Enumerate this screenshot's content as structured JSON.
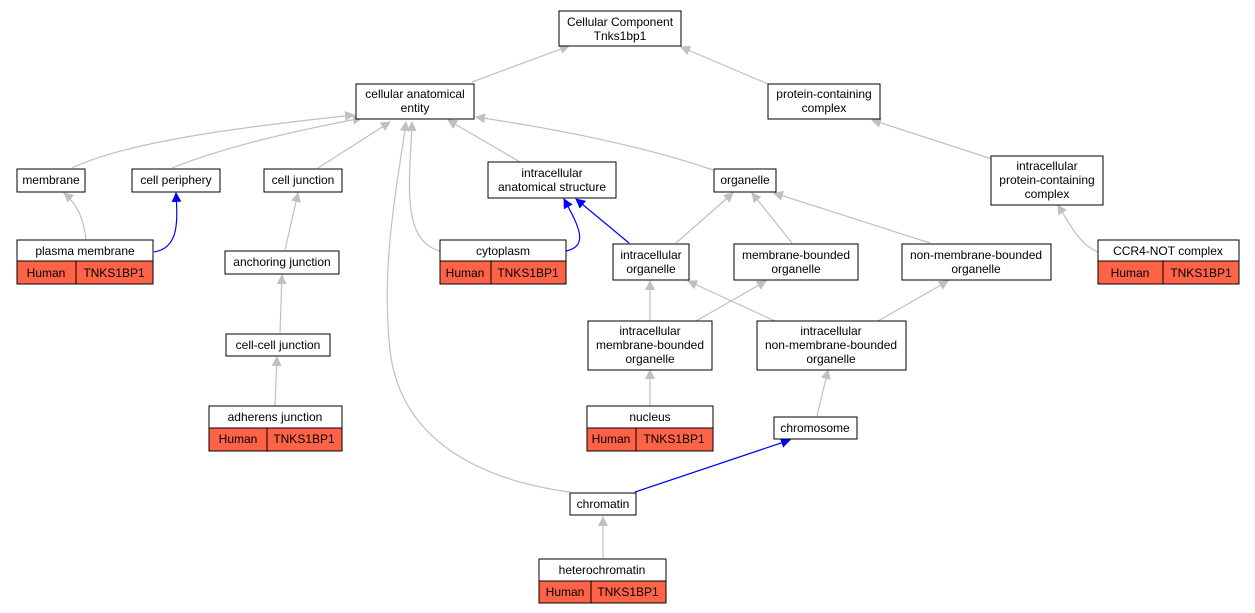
{
  "graph": {
    "colors": {
      "edge_default": "#c0c0c0",
      "edge_highlight": "#0000ff",
      "annotation_fill": "#ff6347",
      "node_fill": "#ffffff",
      "node_border": "#000000"
    },
    "nodes": {
      "root": {
        "lines": [
          "Cellular Component",
          "Tnks1bp1"
        ]
      },
      "cae": {
        "lines": [
          "cellular anatomical",
          "entity"
        ]
      },
      "pcc": {
        "lines": [
          "protein-containing",
          "complex"
        ]
      },
      "membrane": {
        "lines": [
          "membrane"
        ]
      },
      "cellper": {
        "lines": [
          "cell periphery"
        ]
      },
      "celljunc": {
        "lines": [
          "cell junction"
        ]
      },
      "ias": {
        "lines": [
          "intracellular",
          "anatomical structure"
        ]
      },
      "organelle": {
        "lines": [
          "organelle"
        ]
      },
      "ipcc": {
        "lines": [
          "intracellular",
          "protein-containing",
          "complex"
        ]
      },
      "plasma": {
        "lines": [
          "plasma membrane"
        ],
        "annotation": [
          "Human",
          "TNKS1BP1"
        ]
      },
      "anchjunc": {
        "lines": [
          "anchoring junction"
        ]
      },
      "cytoplasm": {
        "lines": [
          "cytoplasm"
        ],
        "annotation": [
          "Human",
          "TNKS1BP1"
        ]
      },
      "intorg": {
        "lines": [
          "intracellular",
          "organelle"
        ]
      },
      "mbo": {
        "lines": [
          "membrane-bounded",
          "organelle"
        ]
      },
      "nmbo": {
        "lines": [
          "non-membrane-bounded",
          "organelle"
        ]
      },
      "ccr4": {
        "lines": [
          "CCR4-NOT complex"
        ],
        "annotation": [
          "Human",
          "TNKS1BP1"
        ]
      },
      "ccjunc": {
        "lines": [
          "cell-cell junction"
        ]
      },
      "imbo": {
        "lines": [
          "intracellular",
          "membrane-bounded",
          "organelle"
        ]
      },
      "inmbo": {
        "lines": [
          "intracellular",
          "non-membrane-bounded",
          "organelle"
        ]
      },
      "adherens": {
        "lines": [
          "adherens junction"
        ],
        "annotation": [
          "Human",
          "TNKS1BP1"
        ]
      },
      "nucleus": {
        "lines": [
          "nucleus"
        ],
        "annotation": [
          "Human",
          "TNKS1BP1"
        ]
      },
      "chromosome": {
        "lines": [
          "chromosome"
        ]
      },
      "chromatin": {
        "lines": [
          "chromatin"
        ]
      },
      "hetero": {
        "lines": [
          "heterochromatin"
        ],
        "annotation": [
          "Human",
          "TNKS1BP1"
        ]
      }
    }
  }
}
